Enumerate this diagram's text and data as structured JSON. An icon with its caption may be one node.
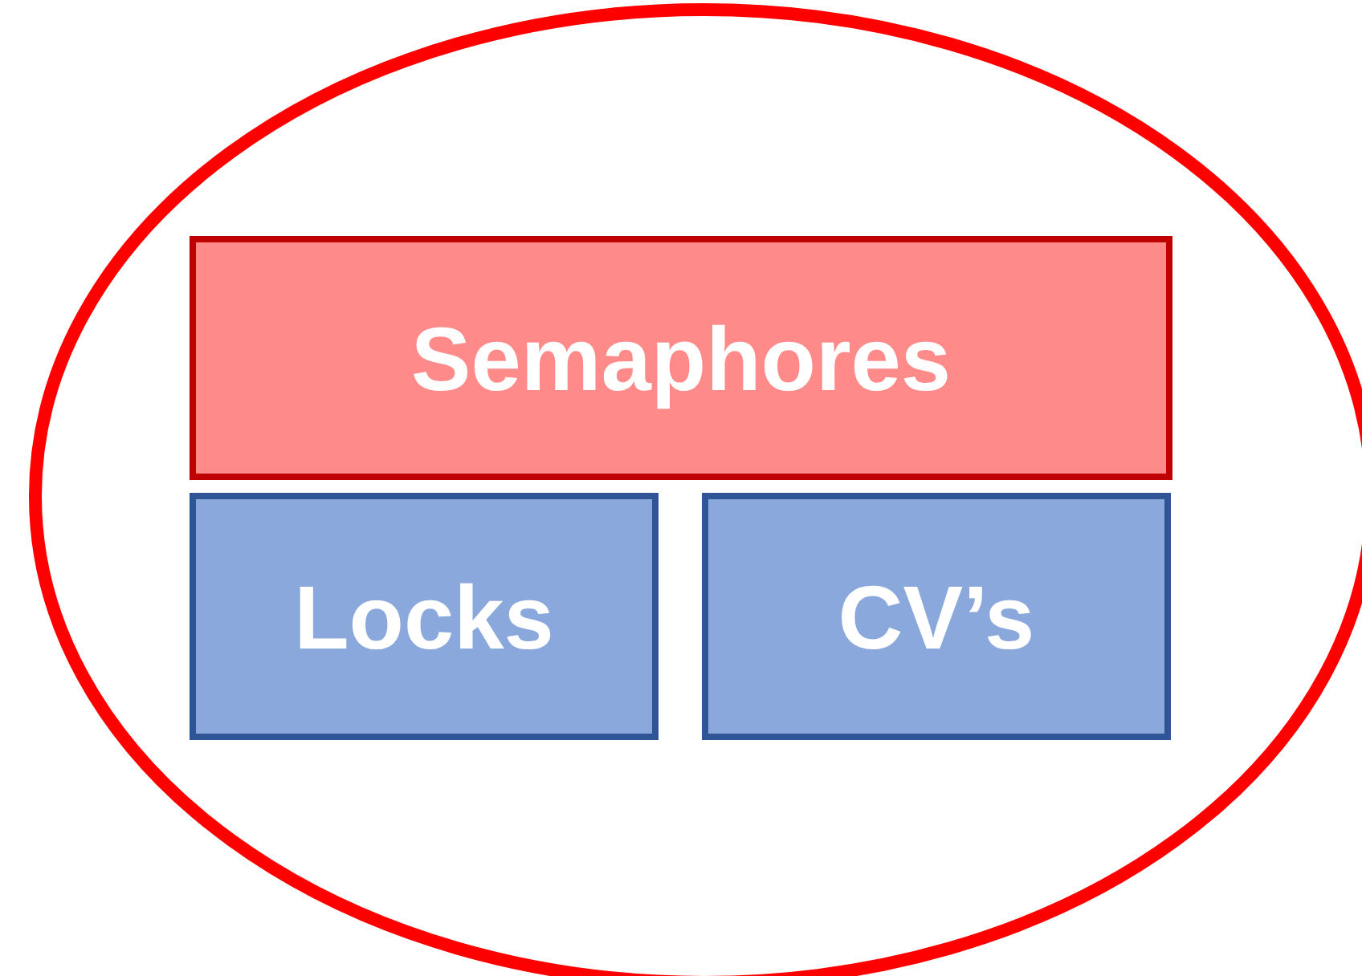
{
  "diagram": {
    "nodes": [
      {
        "text": [],
        "shape": "ellipse"
      },
      {
        "text": [
          "Semaphores"
        ],
        "in": 0
      },
      {
        "text": [
          "Locks"
        ],
        "in": 0
      },
      {
        "text": [
          "CV’s"
        ],
        "in": 0
      }
    ]
  }
}
